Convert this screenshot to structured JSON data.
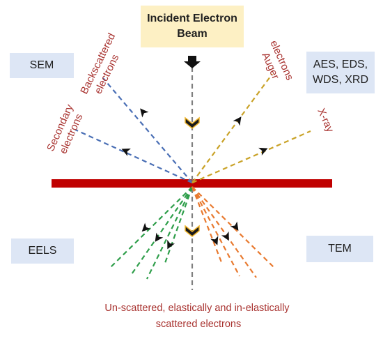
{
  "beam": {
    "line1": "Incident Electron",
    "line2": "Beam"
  },
  "boxes": {
    "sem": "SEM",
    "aes_line1": "AES, EDS,",
    "aes_line2": "WDS, XRD",
    "eels": "EELS",
    "tem": "TEM"
  },
  "labels": {
    "backscattered_line1": "Backscattered",
    "backscattered_line2": "electrons",
    "secondary_line1": "Secondary",
    "secondary_line2": "electrons",
    "auger_line1": "Auger",
    "auger_line2": "electrons",
    "xray": "X-ray",
    "bottom_line1": "Un-scattered, elastically and in-elastically",
    "bottom_line2": "scattered electrons"
  },
  "colors": {
    "sample": "#c00000",
    "label_text": "#a8322f",
    "beam_line": "#7f7f7f",
    "backscattered": "#4a6fb5",
    "secondary": "#4a6fb5",
    "auger": "#c9a227",
    "xray": "#c9a227",
    "eels": "#2e9e4a",
    "tem": "#e8792e",
    "arrow": "#111111",
    "chevron_fill": "#1a1a1a",
    "chevron_edge": "#f0b429"
  }
}
